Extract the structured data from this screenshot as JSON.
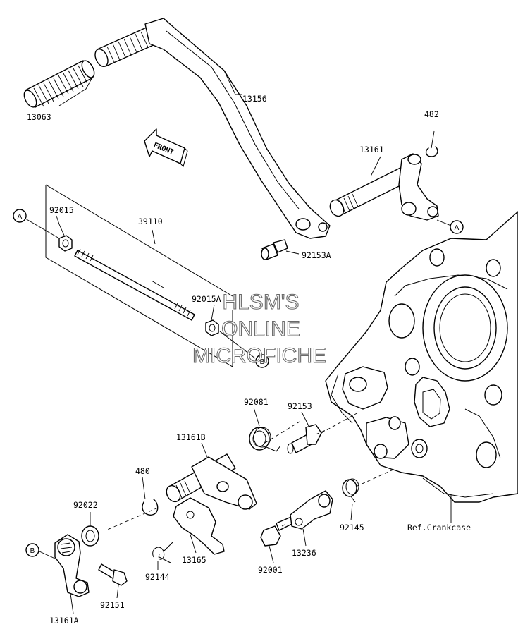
{
  "labels": {
    "p13063": "13063",
    "p13156": "13156",
    "p482": "482",
    "p13161": "13161",
    "p92015": "92015",
    "p39110": "39110",
    "p92153A": "92153A",
    "p92015A": "92015A",
    "p92081": "92081",
    "p92153": "92153",
    "p13161B": "13161B",
    "p480": "480",
    "p92022": "92022",
    "p92145": "92145",
    "p13236": "13236",
    "p13165": "13165",
    "p92144": "92144",
    "p92001": "92001",
    "p92151": "92151",
    "p13161A": "13161A"
  },
  "ref_crankcase": "Ref.Crankcase",
  "front_arrow": "FRONT",
  "markers": {
    "a": "A",
    "b": "B"
  },
  "watermark": {
    "line1": "HLSM'S",
    "line2": "ONLINE",
    "line3": "MICROFICHE"
  }
}
